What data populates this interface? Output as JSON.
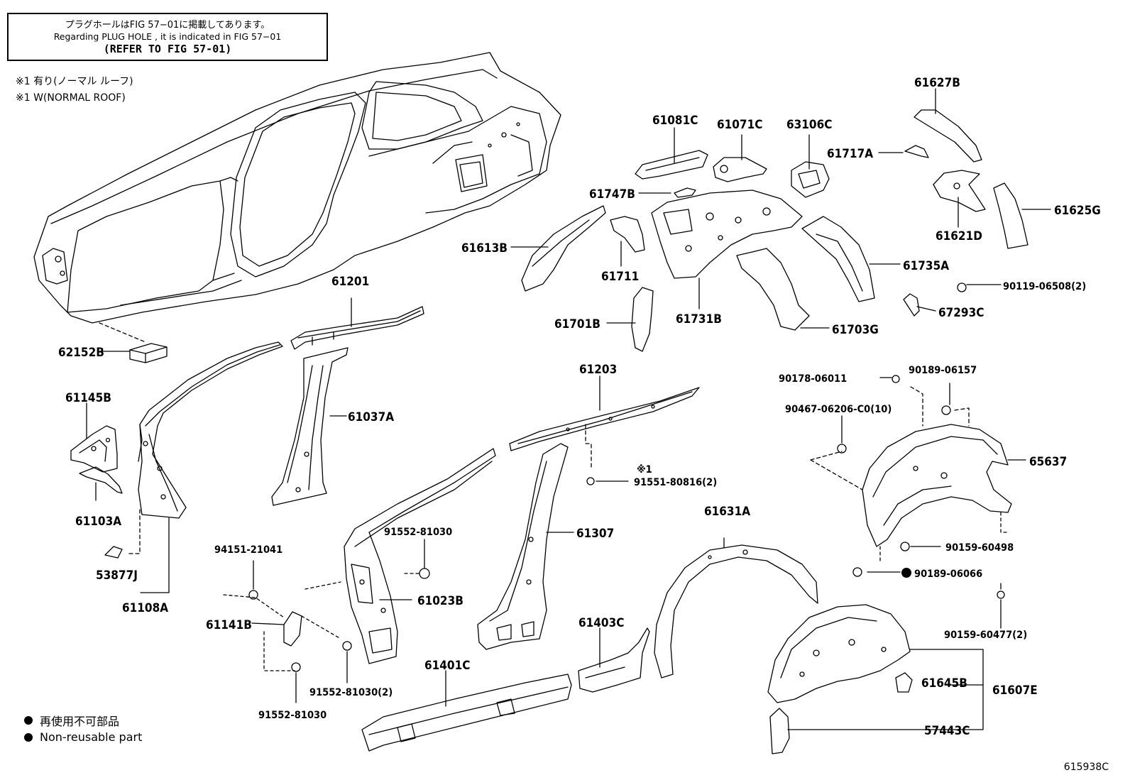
{
  "notes": {
    "plug_hole_jp": "プラグホールはFIG 57−01に掲載してあります。",
    "plug_hole_en": "Regarding PLUG HOLE , it is indicated in FIG 57−01",
    "refer": "(REFER TO FIG 57-01)"
  },
  "variant": {
    "jp": "※1 有り(ノーマル ルーフ)",
    "en": "※1 W(NORMAL ROOF)",
    "mark": "※1"
  },
  "legend": {
    "jp": "再使用不可部品",
    "en": "Non-reusable part"
  },
  "figure_number": "615938C",
  "parts": {
    "p62152B": "62152B",
    "p61201": "61201",
    "p61145B": "61145B",
    "p61103A": "61103A",
    "p53877J": "53877J",
    "p61108A": "61108A",
    "p61037A": "61037A",
    "p61081C": "61081C",
    "p61071C": "61071C",
    "p63106C": "63106C",
    "p61627B": "61627B",
    "p61717A": "61717A",
    "p61747B": "61747B",
    "p61613B": "61613B",
    "p61711": "61711",
    "p61731B": "61731B",
    "p61621D": "61621D",
    "p61625G": "61625G",
    "p61735A": "61735A",
    "p61701B": "61701B",
    "p61703G": "61703G",
    "p90119": "90119-06508(2)",
    "p67293C": "67293C",
    "p61203": "61203",
    "p90178": "90178-06011",
    "p90189_157": "90189-06157",
    "p90467": "90467-06206-C0(10)",
    "p65637": "65637",
    "p91551": "91551-80816(2)",
    "p61631A": "61631A",
    "p61307": "61307",
    "p91552_a": "91552-81030",
    "p94151": "94151-21041",
    "p61023B": "61023B",
    "p90159_498": "90159-60498",
    "p90189_066": "90189-06066",
    "p61141B": "61141B",
    "p61403C": "61403C",
    "p90159_477": "90159-60477(2)",
    "p61401C": "61401C",
    "p61607E": "61607E",
    "p61645B": "61645B",
    "p57443C": "57443C",
    "p91552_2": "91552-81030(2)",
    "p91552_b": "91552-81030"
  }
}
